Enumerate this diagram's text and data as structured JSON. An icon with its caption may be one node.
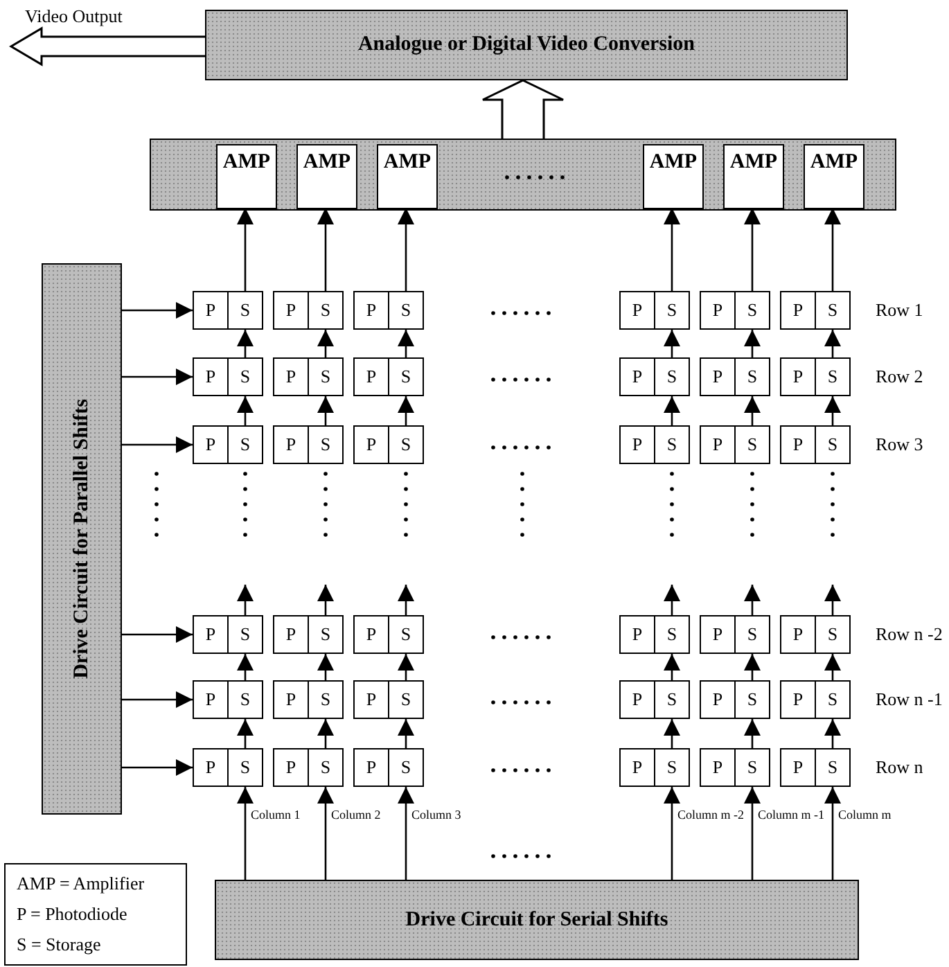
{
  "diagram": {
    "nodes": [
      {
        "text": [
          "Analogue or Digital Video Conversion"
        ]
      },
      {
        "text": [],
        "shape": "bar"
      },
      {
        "text": [
          "AMP"
        ],
        "in": 1
      },
      {
        "text": [
          "AMP"
        ],
        "in": 1
      },
      {
        "text": [
          "AMP"
        ],
        "in": 1
      },
      {
        "text": [
          "AMP"
        ],
        "in": 1
      },
      {
        "text": [
          "AMP"
        ],
        "in": 1
      },
      {
        "text": [
          "AMP"
        ],
        "in": 1
      },
      {
        "text": [
          "Drive Circuit for Parallel Shifts"
        ]
      },
      {
        "text": [
          "P",
          "S"
        ]
      },
      {
        "text": [
          "P",
          "S"
        ]
      },
      {
        "text": [
          "P",
          "S"
        ]
      },
      {
        "text": [
          "P",
          "S"
        ]
      },
      {
        "text": [
          "P",
          "S"
        ]
      },
      {
        "text": [
          "P",
          "S"
        ]
      },
      {
        "text": [
          "P",
          "S"
        ]
      },
      {
        "text": [
          "P",
          "S"
        ]
      },
      {
        "text": [
          "P",
          "S"
        ]
      },
      {
        "text": [
          "P",
          "S"
        ]
      },
      {
        "text": [
          "P",
          "S"
        ]
      },
      {
        "text": [
          "P",
          "S"
        ]
      },
      {
        "text": [
          "P",
          "S"
        ]
      },
      {
        "text": [
          "P",
          "S"
        ]
      },
      {
        "text": [
          "P",
          "S"
        ]
      },
      {
        "text": [
          "P",
          "S"
        ]
      },
      {
        "text": [
          "P",
          "S"
        ]
      },
      {
        "text": [
          "P",
          "S"
        ]
      },
      {
        "text": [
          "P",
          "S"
        ]
      },
      {
        "text": [
          "P",
          "S"
        ]
      },
      {
        "text": [
          "P",
          "S"
        ]
      },
      {
        "text": [
          "P",
          "S"
        ]
      },
      {
        "text": [
          "P",
          "S"
        ]
      },
      {
        "text": [
          "P",
          "S"
        ]
      },
      {
        "text": [
          "P",
          "S"
        ]
      },
      {
        "text": [
          "P",
          "S"
        ]
      },
      {
        "text": [
          "P",
          "S"
        ]
      },
      {
        "text": [
          "P",
          "S"
        ]
      },
      {
        "text": [
          "P",
          "S"
        ]
      },
      {
        "text": [
          "P",
          "S"
        ]
      },
      {
        "text": [
          "P",
          "S"
        ]
      },
      {
        "text": [
          "P",
          "S"
        ]
      },
      {
        "text": [
          "P",
          "S"
        ]
      },
      {
        "text": [
          "P",
          "S"
        ]
      },
      {
        "text": [
          "P",
          "S"
        ]
      },
      {
        "text": [
          "P",
          "S"
        ]
      },
      {
        "text": [
          "Drive Circuit for Serial Shifts"
        ]
      }
    ],
    "edges": [
      {
        "from": 1,
        "to": 0,
        "arrow": "to",
        "style": "thick"
      },
      {
        "from": 0,
        "to": null,
        "arrow": "to",
        "style": "thick",
        "label": "Video Output"
      },
      {
        "from": 9,
        "to": 2,
        "arrow": "to"
      },
      {
        "from": 10,
        "to": 3,
        "arrow": "to"
      },
      {
        "from": 11,
        "to": 4,
        "arrow": "to"
      },
      {
        "from": 12,
        "to": 5,
        "arrow": "to"
      },
      {
        "from": 13,
        "to": 6,
        "arrow": "to"
      },
      {
        "from": 14,
        "to": 7,
        "arrow": "to"
      },
      {
        "from": 8,
        "to": 9,
        "arrow": "to"
      },
      {
        "from": 8,
        "to": 15,
        "arrow": "to"
      },
      {
        "from": 8,
        "to": 21,
        "arrow": "to"
      },
      {
        "from": 8,
        "to": 27,
        "arrow": "to"
      },
      {
        "from": 8,
        "to": 33,
        "arrow": "to"
      },
      {
        "from": 8,
        "to": 39,
        "arrow": "to"
      },
      {
        "from": 15,
        "to": 9,
        "arrow": "to"
      },
      {
        "from": 16,
        "to": 10,
        "arrow": "to"
      },
      {
        "from": 17,
        "to": 11,
        "arrow": "to"
      },
      {
        "from": 18,
        "to": 12,
        "arrow": "to"
      },
      {
        "from": 19,
        "to": 13,
        "arrow": "to"
      },
      {
        "from": 20,
        "to": 14,
        "arrow": "to"
      },
      {
        "from": 21,
        "to": 15,
        "arrow": "to"
      },
      {
        "from": 22,
        "to": 16,
        "arrow": "to"
      },
      {
        "from": 23,
        "to": 17,
        "arrow": "to"
      },
      {
        "from": 24,
        "to": 18,
        "arrow": "to"
      },
      {
        "from": 25,
        "to": 19,
        "arrow": "to"
      },
      {
        "from": 26,
        "to": 20,
        "arrow": "to"
      },
      {
        "from": 27,
        "to": null,
        "arrow": "to"
      },
      {
        "from": 28,
        "to": null,
        "arrow": "to"
      },
      {
        "from": 29,
        "to": null,
        "arrow": "to"
      },
      {
        "from": 30,
        "to": null,
        "arrow": "to"
      },
      {
        "from": 31,
        "to": null,
        "arrow": "to"
      },
      {
        "from": 32,
        "to": null,
        "arrow": "to"
      },
      {
        "from": 33,
        "to": 27,
        "arrow": "to"
      },
      {
        "from": 34,
        "to": 28,
        "arrow": "to"
      },
      {
        "from": 35,
        "to": 29,
        "arrow": "to"
      },
      {
        "from": 36,
        "to": 30,
        "arrow": "to"
      },
      {
        "from": 37,
        "to": 31,
        "arrow": "to"
      },
      {
        "from": 38,
        "to": 32,
        "arrow": "to"
      },
      {
        "from": 39,
        "to": 33,
        "arrow": "to"
      },
      {
        "from": 40,
        "to": 34,
        "arrow": "to"
      },
      {
        "from": 41,
        "to": 35,
        "arrow": "to"
      },
      {
        "from": 42,
        "to": 36,
        "arrow": "to"
      },
      {
        "from": 43,
        "to": 37,
        "arrow": "to"
      },
      {
        "from": 44,
        "to": 38,
        "arrow": "to"
      },
      {
        "from": 45,
        "to": 39,
        "arrow": "to"
      },
      {
        "from": 45,
        "to": 40,
        "arrow": "to"
      },
      {
        "from": 45,
        "to": 41,
        "arrow": "to"
      },
      {
        "from": 45,
        "to": 42,
        "arrow": "to"
      },
      {
        "from": 45,
        "to": 43,
        "arrow": "to"
      },
      {
        "from": 45,
        "to": 44,
        "arrow": "to"
      }
    ],
    "labels": [
      "Row 1",
      "Row 2",
      "Row 3",
      "Row n -2",
      "Row n -1",
      "Row n",
      "Column 1",
      "Column 2",
      "Column 3",
      "Column m -2",
      "Column m -1",
      "Column m"
    ],
    "legend": [
      {
        "text": "AMP = Amplifier"
      },
      {
        "text": "P = Photodiode"
      },
      {
        "text": "S = Storage"
      }
    ]
  }
}
